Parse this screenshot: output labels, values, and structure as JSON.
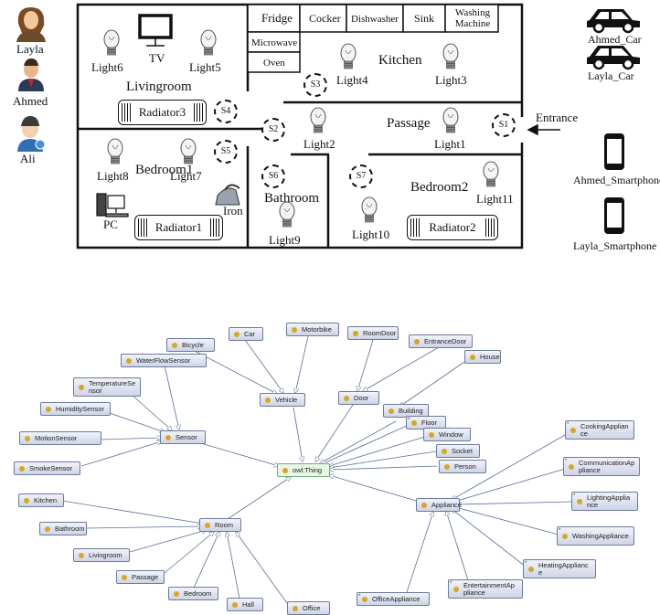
{
  "people": [
    "Layla",
    "Ahmed",
    "Ali"
  ],
  "cars": [
    "Ahmed_Car",
    "Layla_Car"
  ],
  "phones": [
    "Ahmed_Smartphone",
    "Layla_Smartphone"
  ],
  "entrance": "Entrance",
  "rooms": {
    "livingroom": "Livingroom",
    "kitchen": "Kitchen",
    "passage": "Passage",
    "bedroom1": "Bedroom1",
    "bedroom2": "Bedroom2",
    "bathroom": "Bathroom"
  },
  "appliances": {
    "fridge": "Fridge",
    "cocker": "Cocker",
    "dishwasher": "Dishwasher",
    "sink": "Sink",
    "washing": "Washing Machine",
    "microwave": "Microwave",
    "oven": "Oven",
    "tv": "TV",
    "pc": "PC",
    "iron": "Iron"
  },
  "radiators": [
    "Radiator3",
    "Radiator1",
    "Radiator2"
  ],
  "lights": [
    "Light1",
    "Light2",
    "Light3",
    "Light4",
    "Light5",
    "Light6",
    "Light7",
    "Light8",
    "Light9",
    "Light10",
    "Light11"
  ],
  "sensors": [
    "S1",
    "S2",
    "S3",
    "S4",
    "S5",
    "S6",
    "S7"
  ],
  "ontology": {
    "root": "owl:Thing",
    "classes": {
      "vehicle": "Vehicle",
      "car": "Car",
      "motorbike": "Motorbike",
      "bicycle": "Bicycle",
      "sensor": "Sensor",
      "waterflow": "WaterFlowSensor",
      "temperature": "TemperatureSensor",
      "humidity": "HumiditySensor",
      "motion": "MotionSensor",
      "smoke": "SmokeSensor",
      "door": "Door",
      "roomdoor": "RoomDoor",
      "entrancedoor": "EntranceDoor",
      "house": "House",
      "building": "Building",
      "floor": "Floor",
      "window": "Window",
      "socket": "Socket",
      "person": "Person",
      "room": "Room",
      "kitchen": "Kitchen",
      "bathroom": "Bathroom",
      "livingroom": "Livingroom",
      "passage": "Passage",
      "bedroom": "Bedroom",
      "hall": "Hall",
      "office": "Office",
      "appliance": "Appliance",
      "cooking": "CookingAppliance",
      "communication": "CommunicationAppliance",
      "lighting": "LightingAppliance",
      "washing": "WashingAppliance",
      "heating": "HeatingAppliance",
      "entertainment": "EntertainmentAppliance",
      "officeapp": "OfficeAppliance"
    }
  }
}
